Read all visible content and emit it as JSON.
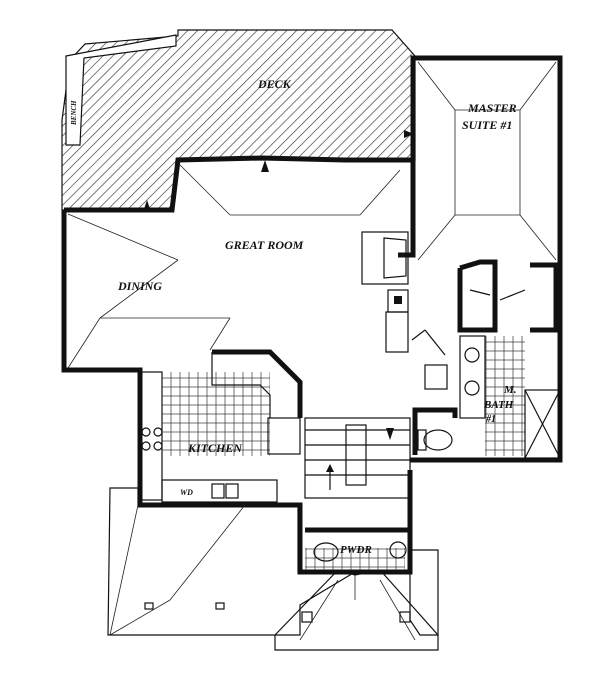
{
  "rooms": {
    "deck": "DECK",
    "bench": "BENCH",
    "master_suite_line1": "MASTER",
    "master_suite_line2": "SUITE #1",
    "great_room": "GREAT ROOM",
    "dining": "DINING",
    "kitchen": "KITCHEN",
    "master_bath_line1": "M.",
    "master_bath_line2": "BATH",
    "master_bath_line3": "#1",
    "powder": "PWDR",
    "wd": "WD"
  },
  "colors": {
    "wall": "#111111",
    "background": "#ffffff",
    "hatch": "#333333"
  }
}
